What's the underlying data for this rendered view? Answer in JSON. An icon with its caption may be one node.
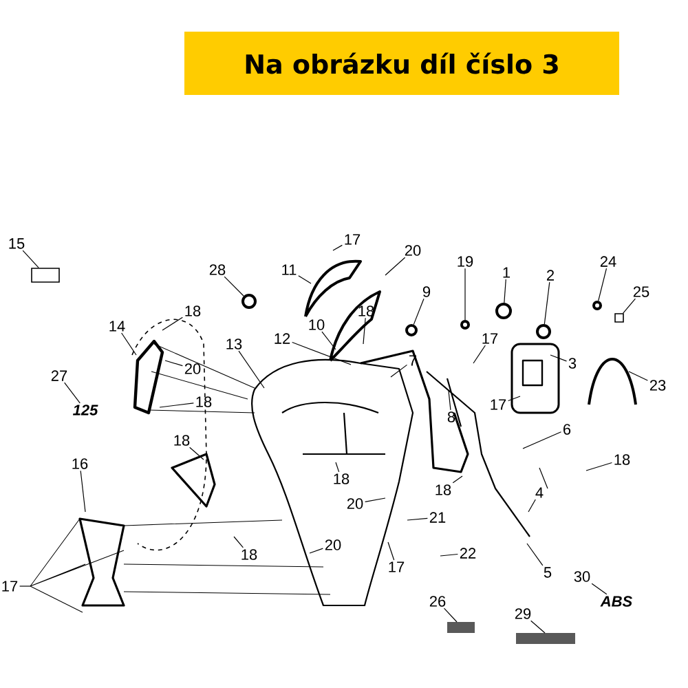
{
  "diagram": {
    "title": "Na obrázku díl číslo 3",
    "nodes": [
      {
        "text": [
          "15"
        ]
      },
      {
        "text": [
          "17"
        ]
      },
      {
        "text": [
          "20"
        ]
      },
      {
        "text": [
          "19"
        ]
      },
      {
        "text": [
          "28"
        ]
      },
      {
        "text": [
          "11"
        ]
      },
      {
        "text": [
          "9"
        ]
      },
      {
        "text": [
          "1"
        ]
      },
      {
        "text": [
          "2"
        ]
      },
      {
        "text": [
          "24"
        ]
      },
      {
        "text": [
          "25"
        ]
      },
      {
        "text": [
          "18"
        ]
      },
      {
        "text": [
          "10"
        ]
      },
      {
        "text": [
          "18"
        ]
      },
      {
        "text": [
          "14"
        ]
      },
      {
        "text": [
          "12"
        ]
      },
      {
        "text": [
          "13"
        ]
      },
      {
        "text": [
          "7"
        ]
      },
      {
        "text": [
          "17"
        ]
      },
      {
        "text": [
          "3"
        ]
      },
      {
        "text": [
          "27"
        ]
      },
      {
        "text": [
          "20"
        ]
      },
      {
        "text": [
          "17"
        ]
      },
      {
        "text": [
          "23"
        ]
      },
      {
        "text": [
          "18"
        ]
      },
      {
        "text": [
          "8"
        ]
      },
      {
        "text": [
          "6"
        ]
      },
      {
        "text": [
          "18"
        ]
      },
      {
        "text": [
          "18"
        ]
      },
      {
        "text": [
          "4"
        ]
      },
      {
        "text": [
          "16"
        ]
      },
      {
        "text": [
          "18"
        ]
      },
      {
        "text": [
          "18"
        ]
      },
      {
        "text": [
          "20"
        ]
      },
      {
        "text": [
          "21"
        ]
      },
      {
        "text": [
          "20"
        ]
      },
      {
        "text": [
          "17"
        ]
      },
      {
        "text": [
          "22"
        ]
      },
      {
        "text": [
          "18"
        ]
      },
      {
        "text": [
          "5"
        ]
      },
      {
        "text": [
          "17"
        ]
      },
      {
        "text": [
          "30"
        ]
      },
      {
        "text": [
          "26"
        ]
      },
      {
        "text": [
          "29"
        ]
      },
      {
        "text": [
          "125"
        ]
      },
      {
        "text": [
          "ABS"
        ]
      },
      {
        "text": [],
        "shape": "box"
      },
      {
        "text": [],
        "shape": "circle"
      },
      {
        "text": [],
        "shape": "circle"
      },
      {
        "text": [],
        "shape": "circle"
      },
      {
        "text": [],
        "shape": "circle"
      },
      {
        "text": [],
        "shape": "circle"
      },
      {
        "text": [],
        "shape": "circle"
      },
      {
        "text": [],
        "shape": "box"
      }
    ],
    "edges": [
      {
        "from": 0,
        "to": 46,
        "arrow": "none"
      },
      {
        "from": 1,
        "to": null,
        "arrow": "none"
      },
      {
        "from": 2,
        "to": null,
        "arrow": "none"
      },
      {
        "from": 3,
        "to": 49,
        "arrow": "none"
      },
      {
        "from": 4,
        "to": 47,
        "arrow": "none"
      },
      {
        "from": 5,
        "to": null,
        "arrow": "none"
      },
      {
        "from": 6,
        "to": 48,
        "arrow": "none"
      },
      {
        "from": 7,
        "to": 50,
        "arrow": "none"
      },
      {
        "from": 8,
        "to": 51,
        "arrow": "none"
      },
      {
        "from": 9,
        "to": 52,
        "arrow": "none"
      },
      {
        "from": 10,
        "to": 53,
        "arrow": "none"
      },
      {
        "from": 11,
        "to": null,
        "arrow": "none"
      },
      {
        "from": 12,
        "to": null,
        "arrow": "none"
      },
      {
        "from": 13,
        "to": null,
        "arrow": "none"
      },
      {
        "from": 14,
        "to": null,
        "arrow": "none"
      },
      {
        "from": 15,
        "to": null,
        "arrow": "none"
      },
      {
        "from": 16,
        "to": null,
        "arrow": "none"
      },
      {
        "from": 17,
        "to": null,
        "arrow": "none"
      },
      {
        "from": 18,
        "to": null,
        "arrow": "none"
      },
      {
        "from": 19,
        "to": null,
        "arrow": "none"
      },
      {
        "from": 20,
        "to": 44,
        "arrow": "none"
      },
      {
        "from": 21,
        "to": null,
        "arrow": "none"
      },
      {
        "from": 22,
        "to": null,
        "arrow": "none"
      },
      {
        "from": 23,
        "to": null,
        "arrow": "none"
      },
      {
        "from": 24,
        "to": null,
        "arrow": "none"
      },
      {
        "from": 25,
        "to": null,
        "arrow": "none"
      },
      {
        "from": 26,
        "to": null,
        "arrow": "none"
      },
      {
        "from": 27,
        "to": null,
        "arrow": "none"
      },
      {
        "from": 28,
        "to": null,
        "arrow": "none"
      },
      {
        "from": 29,
        "to": null,
        "arrow": "none"
      },
      {
        "from": 30,
        "to": null,
        "arrow": "none"
      },
      {
        "from": 31,
        "to": null,
        "arrow": "none"
      },
      {
        "from": 32,
        "to": null,
        "arrow": "none"
      },
      {
        "from": 33,
        "to": null,
        "arrow": "none"
      },
      {
        "from": 34,
        "to": null,
        "arrow": "none"
      },
      {
        "from": 35,
        "to": null,
        "arrow": "none"
      },
      {
        "from": 36,
        "to": null,
        "arrow": "none"
      },
      {
        "from": 37,
        "to": null,
        "arrow": "none"
      },
      {
        "from": 38,
        "to": null,
        "arrow": "none"
      },
      {
        "from": 39,
        "to": null,
        "arrow": "none"
      },
      {
        "from": 40,
        "to": null,
        "arrow": "none"
      },
      {
        "from": 41,
        "to": 45,
        "arrow": "none"
      },
      {
        "from": 42,
        "to": null,
        "arrow": "none"
      },
      {
        "from": 43,
        "to": null,
        "arrow": "none"
      }
    ]
  }
}
